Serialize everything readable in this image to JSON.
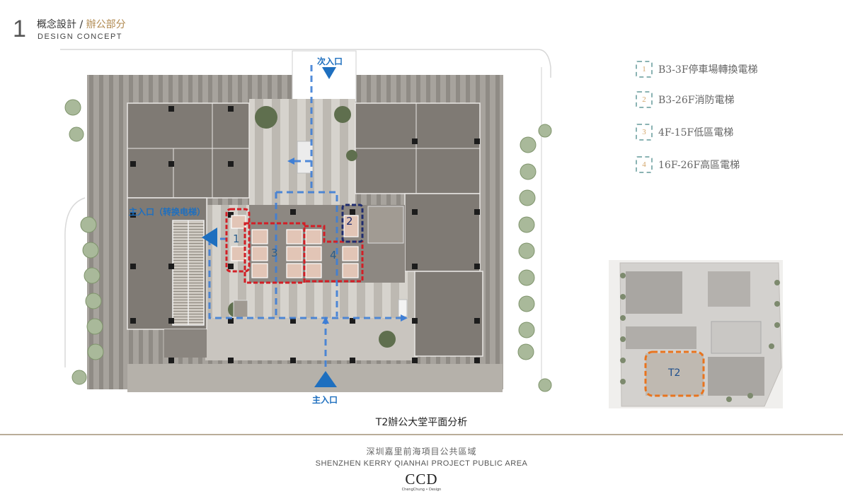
{
  "header": {
    "page_number": "1",
    "title_part1": "概念設計 / ",
    "title_part2": "辦公部分",
    "subtitle": "DESIGN  CONCEPT"
  },
  "legend": [
    {
      "num": "1",
      "text": "B3-3F停車場轉換電梯"
    },
    {
      "num": "2",
      "text": "B3-26F消防電梯"
    },
    {
      "num": "3",
      "text": "4F-15F低區電梯"
    },
    {
      "num": "4",
      "text": "16F-26F高區電梯"
    }
  ],
  "plan": {
    "secondary_entrance": "次入口",
    "main_entrance_left": "主入口（转换电梯）",
    "main_entrance_bottom": "主入口",
    "zone_labels": [
      "1",
      "2",
      "3",
      "4"
    ]
  },
  "keymap": {
    "label": "T2"
  },
  "caption": "T2辦公大堂平面分析",
  "footer": {
    "project_cn": "深圳嘉里前海項目公共區域",
    "project_en": "SHENZHEN KERRY QIANHAI PROJECT PUBLIC AREA",
    "logo": "CCD",
    "logo_sub": "ChengChung • Design"
  },
  "colors": {
    "accent": "#b0894f",
    "route_blue": "#3f7fd6",
    "zone_red": "#d21f26",
    "zone_navy": "#1f2c6e",
    "keymap_orange": "#e8741e",
    "legend_box": "#8ab3b3"
  }
}
